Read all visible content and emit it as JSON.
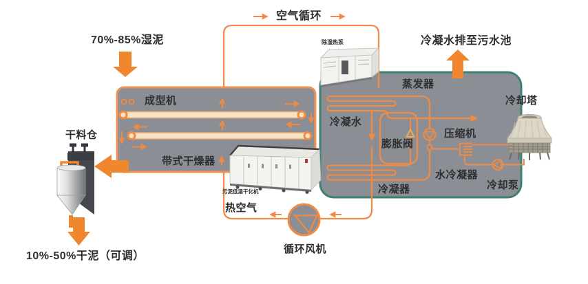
{
  "labels": {
    "wet_sludge": "70%-85%湿泥",
    "air_circulation": "空气循环",
    "condensate_to_sewage": "冷凝水排至污水池",
    "dehumidifying_heat_pump": "除湿热泵",
    "forming_machine": "成型机",
    "evaporator": "蒸发器",
    "cooling_tower": "冷却塔",
    "condensate_water": "冷凝水",
    "expansion_valve": "膨胀阀",
    "compressor": "压缩机",
    "belt_dryer": "带式干燥器",
    "sludge_dryer_machine": "污泥低温干化机",
    "water_condenser": "水冷凝器",
    "cooling_pump": "冷却泵",
    "condenser": "冷凝器",
    "dry_material_bin": "干料仓",
    "hot_air": "热空气",
    "circulation_fan": "循环风机",
    "dry_sludge": "10%-50%干泥（可调）"
  },
  "colors": {
    "pipe_orange": "#EF8B45",
    "block_arrow_orange": "#F0862E",
    "enclosure_fill_gray": "#8B8F95",
    "dryer_enclosure_border_orange": "#F09254",
    "heatpump_enclosure_border_teal": "#3E8171",
    "expansion_valve_light_orange": "#F2A94E",
    "label_text_dark": "#2E2F31",
    "background_white": "#FFFFFF"
  }
}
